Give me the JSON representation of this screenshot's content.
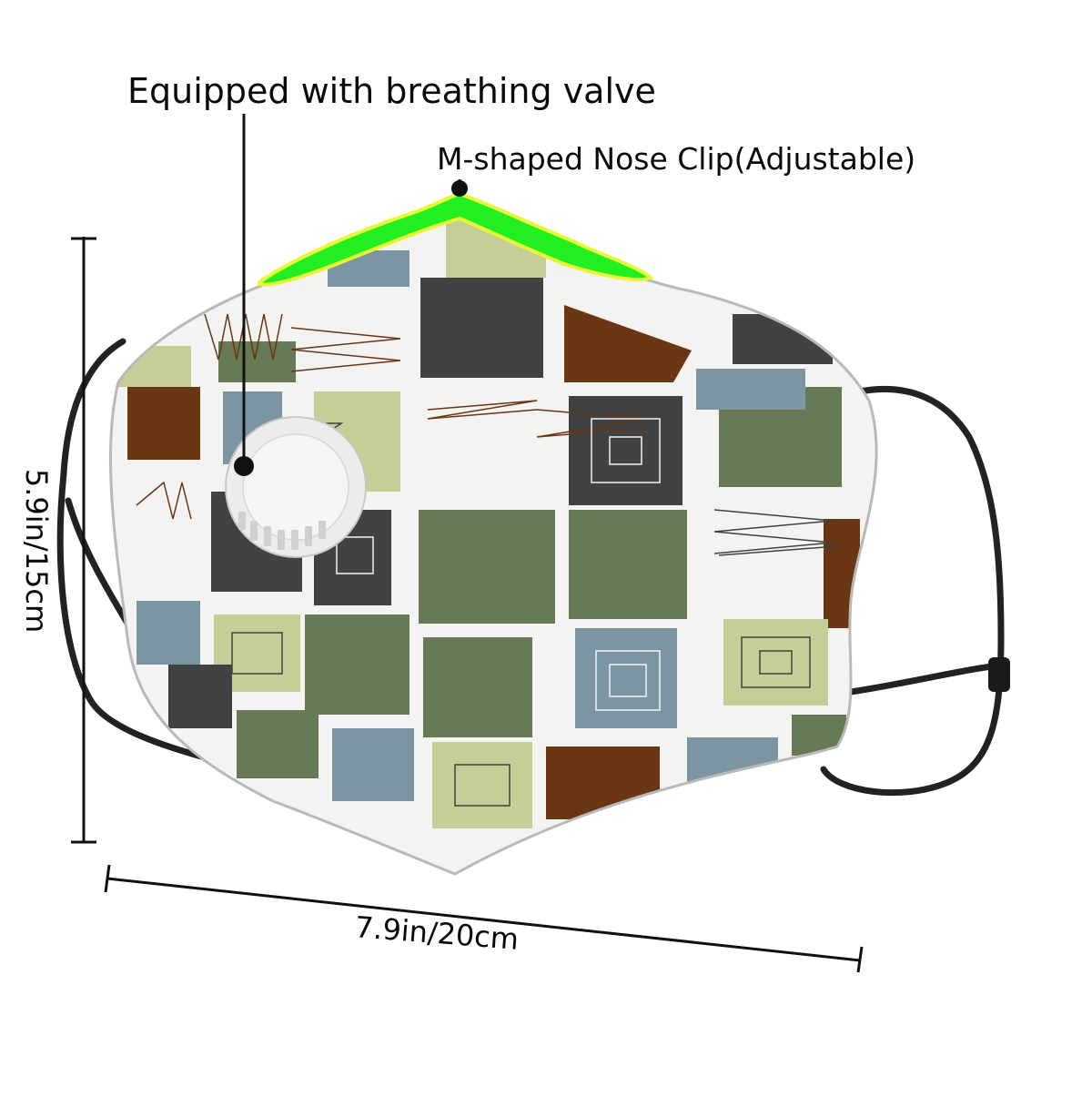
{
  "annotations": {
    "valve": "Equipped with breathing valve",
    "nose_clip": "M-shaped Nose Clip(Adjustable)",
    "height": "5.9in/15cm",
    "width": "7.9in/20cm"
  },
  "colors": {
    "background": "#ffffff",
    "fabric": "#f3f3f1",
    "olive": "#687955",
    "light_green": "#c4cf97",
    "slate": "#404244",
    "blue_grey": "#7c95a2",
    "brown": "#6a3614",
    "nose_clip": "#22ee22",
    "nose_clip_edge": "#e8f838",
    "strap": "#222222",
    "valve": "#ececec",
    "line": "#111111"
  },
  "icons": {
    "valve": "breathing-valve-icon",
    "adjuster": "strap-adjuster-icon"
  }
}
